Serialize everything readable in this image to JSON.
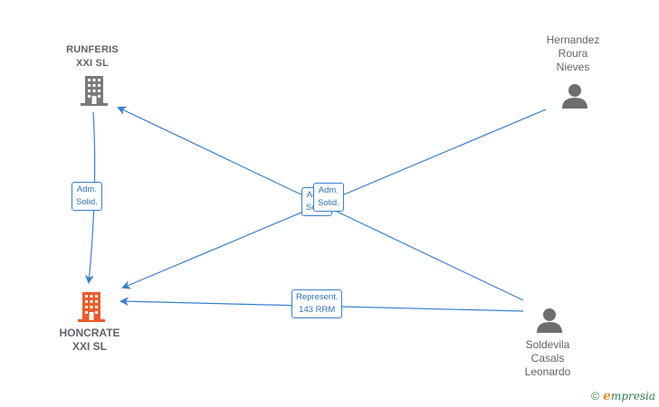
{
  "nodes": {
    "runferis": {
      "line1": "RUNFERIS",
      "line2": "XXI  SL"
    },
    "honcrate": {
      "line1": "HONCRATE",
      "line2": "XXI  SL"
    },
    "hernandez": {
      "line1": "Hernandez",
      "line2": "Roura",
      "line3": "Nieves"
    },
    "soldevila": {
      "line1": "Soldevila",
      "line2": "Casals",
      "line3": "Leonardo"
    }
  },
  "edges": {
    "runferis_honcrate": {
      "line1": "Adm.",
      "line2": "Solid."
    },
    "hidden_behind": {
      "line1": "Adm.",
      "line2": "Solid."
    },
    "hernandez_honcrate": {
      "line1": "Adm.",
      "line2": "Solid."
    },
    "soldevila_honcrate": {
      "line1": "Represent.",
      "line2": "143 RRM"
    }
  },
  "brand": {
    "copyright": "©",
    "e": "e",
    "rest": "mpresia"
  },
  "colors": {
    "edge": "#3a7fd0",
    "company_gray": "#7a7a7a",
    "company_main": "#f05a28",
    "person": "#6e6e6e"
  }
}
